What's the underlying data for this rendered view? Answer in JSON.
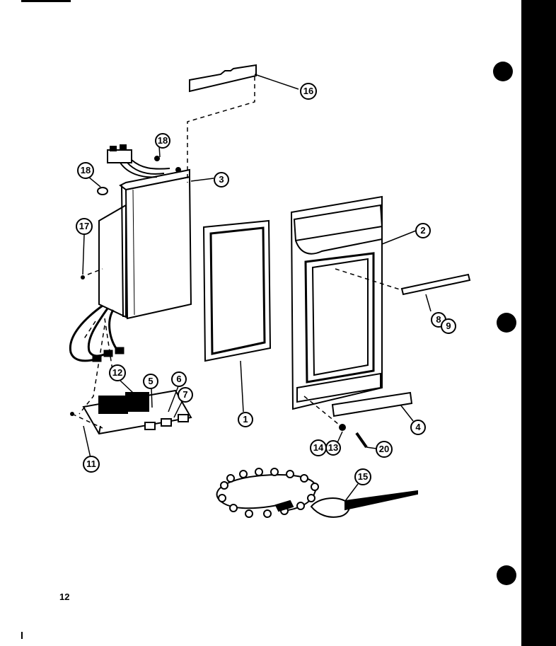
{
  "page_number": "12",
  "colors": {
    "ink": "#000000",
    "paper": "#ffffff"
  },
  "callouts": [
    {
      "id": "c16",
      "label": "16"
    },
    {
      "id": "c18a",
      "label": "18"
    },
    {
      "id": "c18b",
      "label": "18"
    },
    {
      "id": "c3",
      "label": "3"
    },
    {
      "id": "c17",
      "label": "17"
    },
    {
      "id": "c2",
      "label": "2"
    },
    {
      "id": "c8",
      "label": "8"
    },
    {
      "id": "c9",
      "label": "9"
    },
    {
      "id": "c12",
      "label": "12"
    },
    {
      "id": "c5",
      "label": "5"
    },
    {
      "id": "c6",
      "label": "6"
    },
    {
      "id": "c7",
      "label": "7"
    },
    {
      "id": "c1",
      "label": "1"
    },
    {
      "id": "c4",
      "label": "4"
    },
    {
      "id": "c11",
      "label": "11"
    },
    {
      "id": "c14",
      "label": "14"
    },
    {
      "id": "c13",
      "label": "13"
    },
    {
      "id": "c20",
      "label": "20"
    },
    {
      "id": "c15",
      "label": "15"
    }
  ]
}
